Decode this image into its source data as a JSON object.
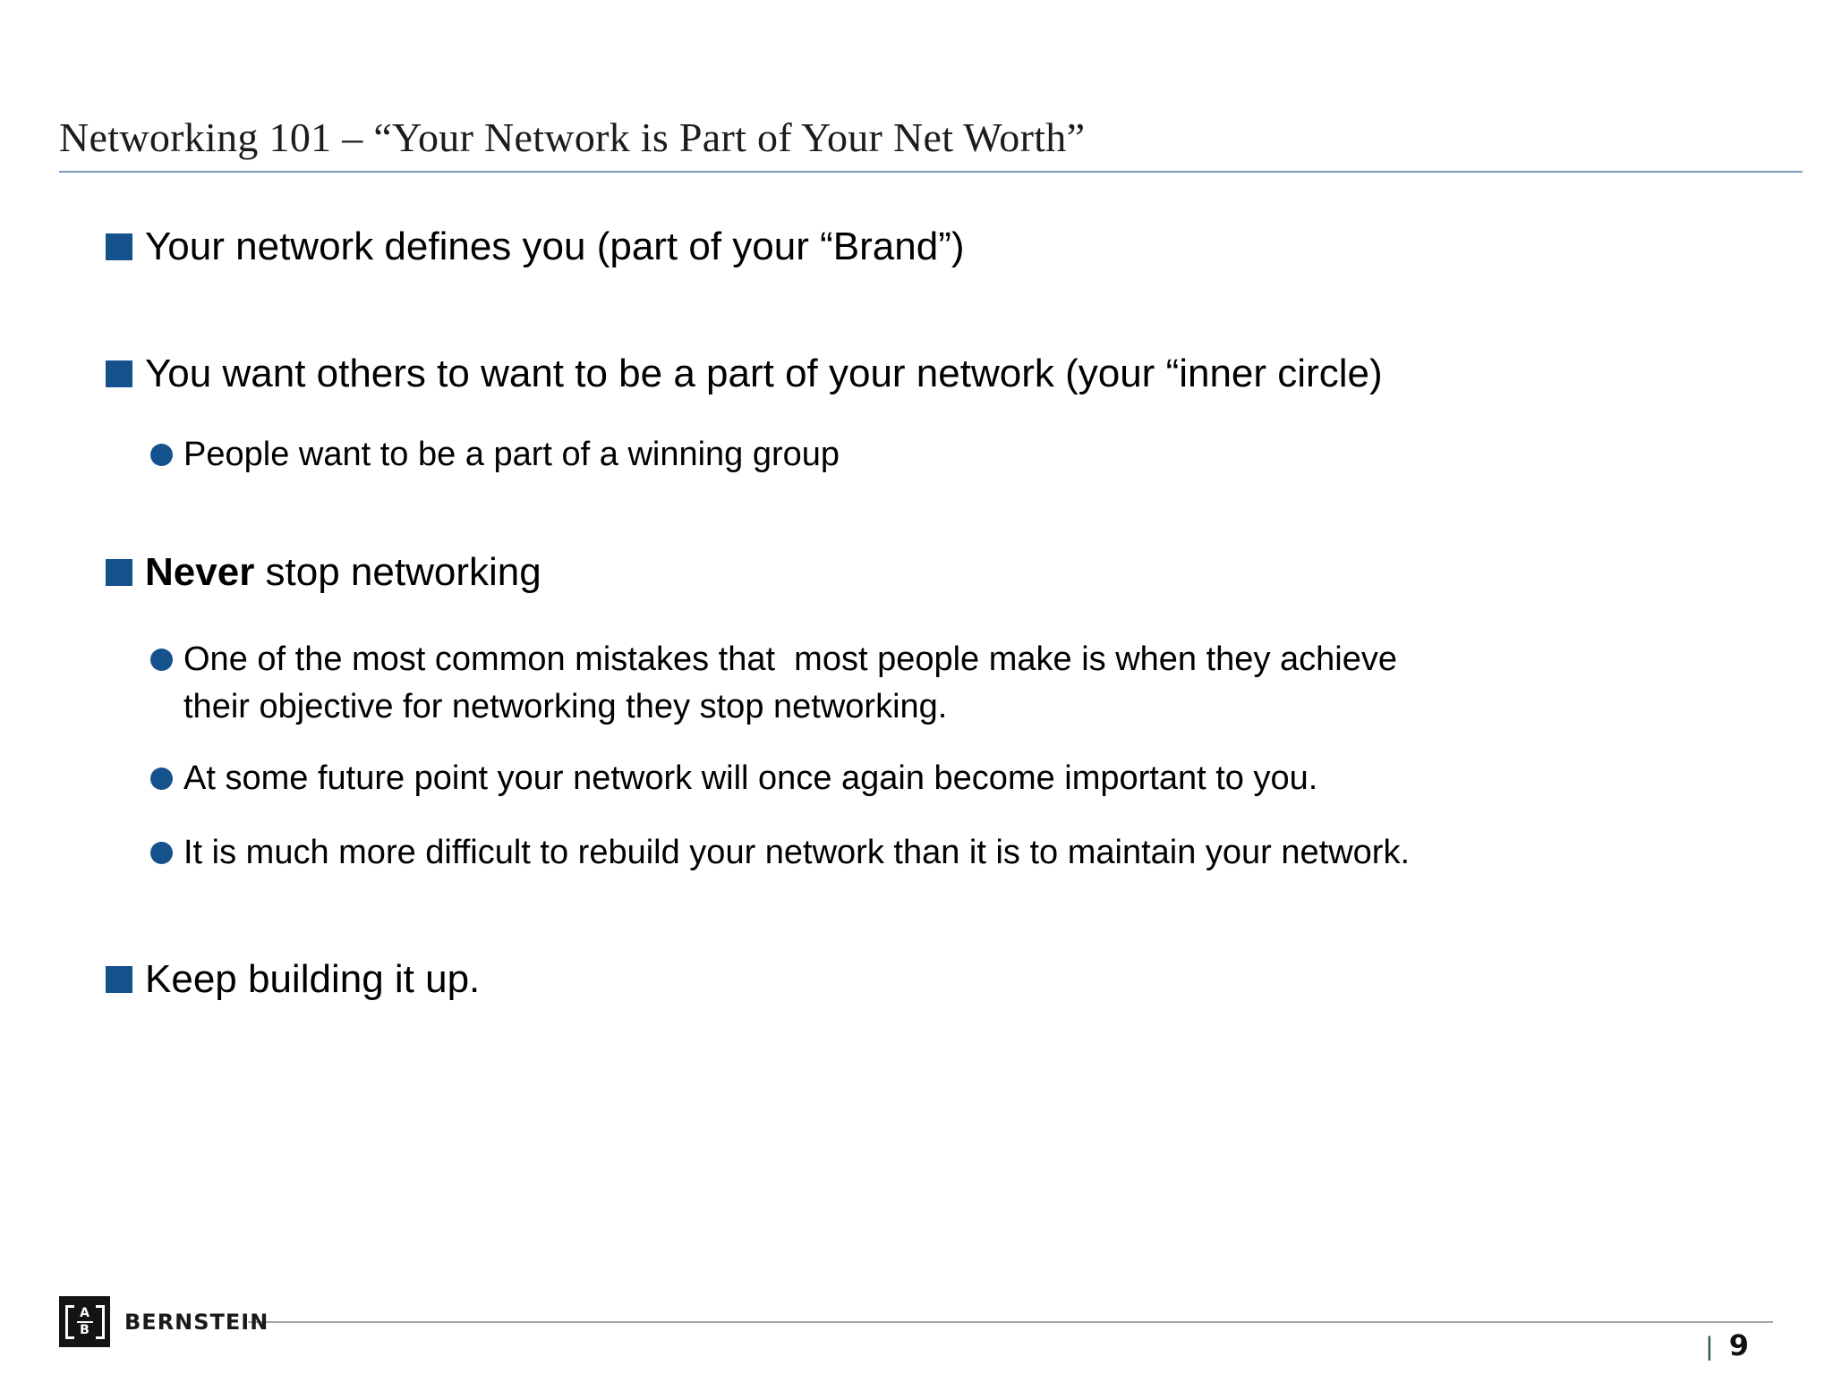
{
  "slide": {
    "title": "Networking 101 – “Your Network is Part of Your Net Worth”",
    "bullets": [
      {
        "level": 1,
        "text": "Your network defines you (part of your “Brand”)"
      },
      {
        "level": 1,
        "text": "You want others to want to be a part of your network (your “inner circle)"
      },
      {
        "level": 2,
        "text": "People want to be a part of a winning group"
      },
      {
        "level": 1,
        "bold": "Never",
        "text": " stop networking"
      },
      {
        "level": 2,
        "text": "One of the most common mistakes that  most people make is when they achieve\ntheir objective for networking they stop networking."
      },
      {
        "level": 2,
        "text": "At some future point your network will once again become important to you."
      },
      {
        "level": 2,
        "text": "It is much more difficult to rebuild your network than it is to maintain your network."
      },
      {
        "level": 1,
        "text": "Keep building it up."
      }
    ],
    "footer": {
      "brand": "BERNSTEIN",
      "logo_top": "A",
      "logo_bottom": "B",
      "divider": "|",
      "page_number": "9"
    },
    "colors": {
      "bullet_blue": "#15518D",
      "title_rule": "#7F9DB9",
      "footer_rule": "#A3A3A3",
      "page_divider": "#2F5B55",
      "logo_black": "#141414"
    }
  }
}
